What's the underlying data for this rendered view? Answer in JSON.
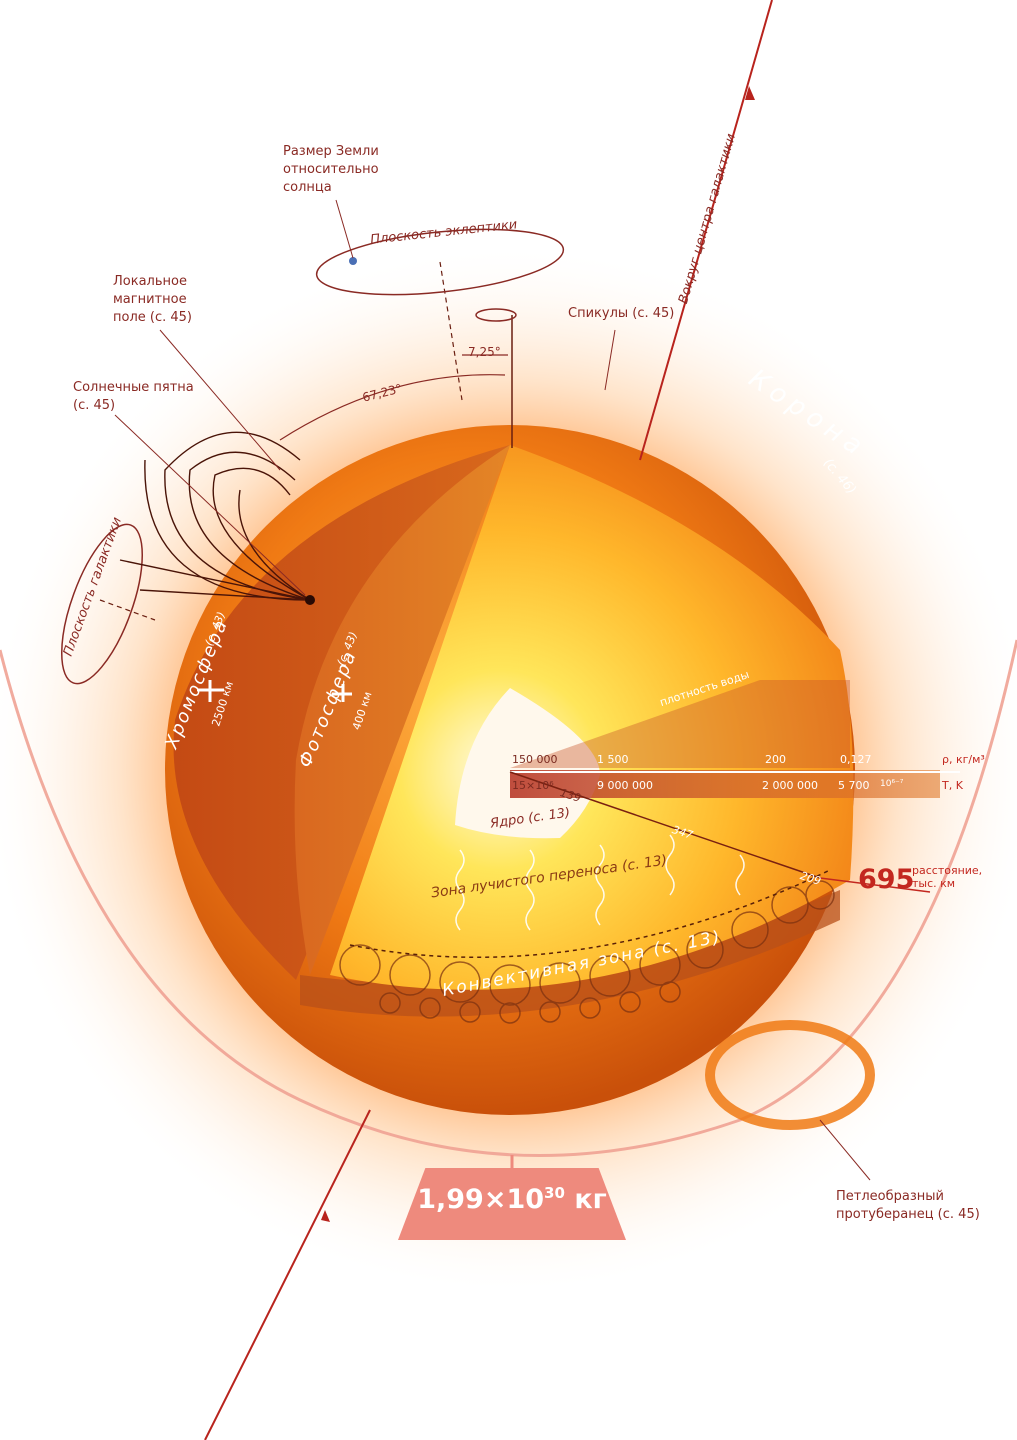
{
  "labels": {
    "earth_size": [
      "Размер Земли",
      "относительно",
      "солнца"
    ],
    "ecliptic_plane": "Плоскость эклептики",
    "local_field": [
      "Локальное",
      "магнитное",
      "поле (с. 45)"
    ],
    "sunspots": [
      "Солнечные пятна",
      "(с. 45)"
    ],
    "spicules": "Спикулы (с. 45)",
    "galaxy_center": "Вокруг центра галактики",
    "corona": "Корона",
    "corona_ref": "(с. 46)",
    "galaxy_plane": "Плоскость галактики",
    "chromosphere": "Хромосфера",
    "chromosphere_ref": "(с. 43)",
    "chromo_thickness": "2500 км",
    "photosphere": "Фотосфера",
    "photosphere_ref": "(с. 43)",
    "photo_thickness": "400 км",
    "water_density": "плотность воды",
    "core": "Ядро (с. 13)",
    "radiative_zone": "Зона лучистого переноса (с. 13)",
    "convective_zone": "Конвективная зона (с. 13)",
    "prominence": [
      "Петлеобразный",
      "протуберанец (с. 45)"
    ]
  },
  "angles": {
    "axis_tilt": "7,25°",
    "galaxy_angle": "67,23°"
  },
  "scale": {
    "density_unit": "ρ, кг/м³",
    "temp_unit": "T, K",
    "density_values": [
      "150 000",
      "1 500",
      "200",
      "0,127"
    ],
    "temp_values": [
      "15×10⁶",
      "9 000 000",
      "2 000 000",
      "5 700",
      "10⁶⁻⁷"
    ],
    "distances": [
      "139",
      "347",
      "209"
    ],
    "total_radius": "695",
    "distance_label": [
      "расстояние,",
      "тыс. км"
    ]
  },
  "mass": {
    "base": "1,99×10",
    "exp": "30",
    "unit": " кг"
  },
  "colors": {
    "accent": "#c3271f",
    "label": "#8a2a24",
    "mass_box": "#ee8a7d"
  }
}
